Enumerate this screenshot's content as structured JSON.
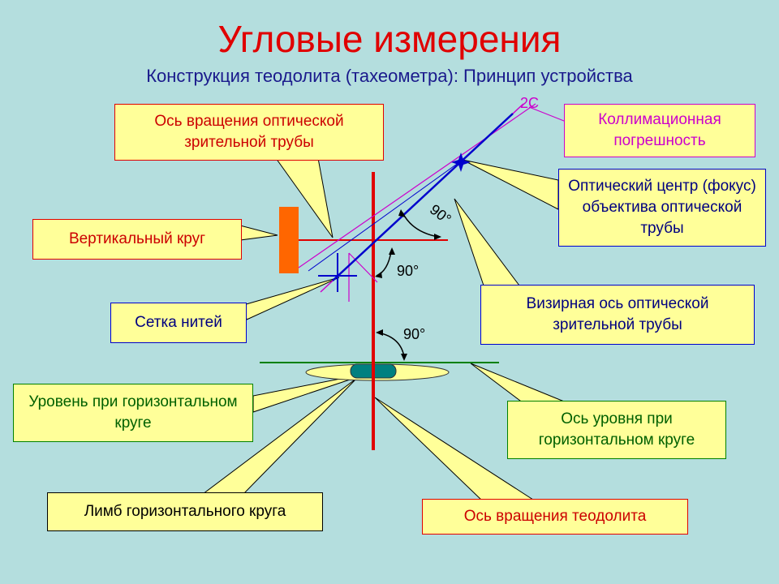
{
  "title": "Угловые измерения",
  "subtitle": "Конструкция теодолита (тахеометра): Принцип устройства",
  "labels": {
    "optical_tube_axis": "Ось вращения оптической зрительной трубы",
    "collimation_error": "Коллимационная погрешность",
    "optical_center": "Оптический центр (фокус) объектива оптической трубы",
    "vertical_circle": "Вертикальный круг",
    "reticle": "Сетка нитей",
    "sight_axis": "Визирная ось оптической зрительной трубы",
    "level_horizontal": "Уровень при горизонтальном круге",
    "level_axis": "Ось уровня при горизонтальном круге",
    "limb": "Лимб горизонтального круга",
    "theodolite_axis": "Ось вращения теодолита"
  },
  "angles": {
    "angle_1": "90°",
    "angle_2": "90°",
    "angle_3": "90°",
    "collimation": "2С"
  },
  "colors": {
    "background": "#b4dede",
    "title": "#e00000",
    "subtitle": "#1a1a8c",
    "box_fill": "#ffff99",
    "axis_red": "#e00000",
    "sight_blue": "#0000cc",
    "collimation_magenta": "#cc00cc",
    "level_green": "#008000",
    "vertical_circle": "#ff6600",
    "bubble": "#008080"
  }
}
